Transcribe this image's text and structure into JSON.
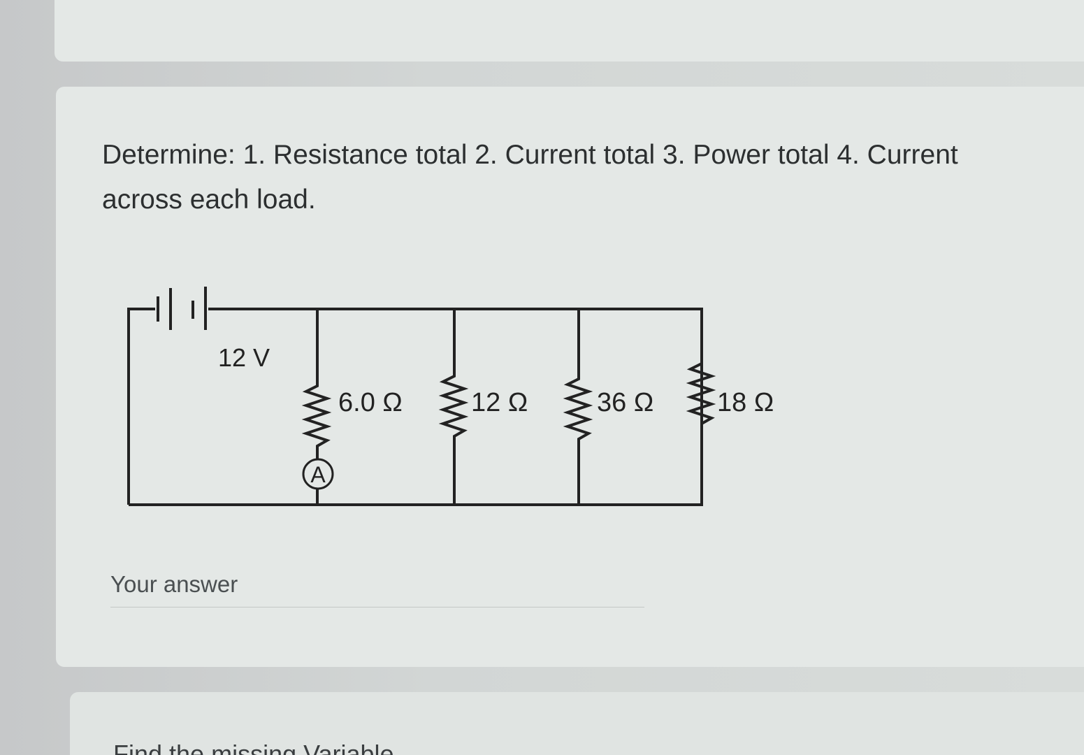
{
  "question": {
    "text": "Determine: 1. Resistance total 2. Current total 3. Power total 4. Current across each load."
  },
  "circuit": {
    "source_label": "12 V",
    "ammeter_label": "A",
    "resistors": [
      {
        "label": "6.0 Ω"
      },
      {
        "label": "12 Ω"
      },
      {
        "label": "36 Ω"
      },
      {
        "label": "18 Ω"
      }
    ]
  },
  "answer": {
    "placeholder": "Your answer"
  },
  "next_question": {
    "title": "Find the missing Variable"
  }
}
